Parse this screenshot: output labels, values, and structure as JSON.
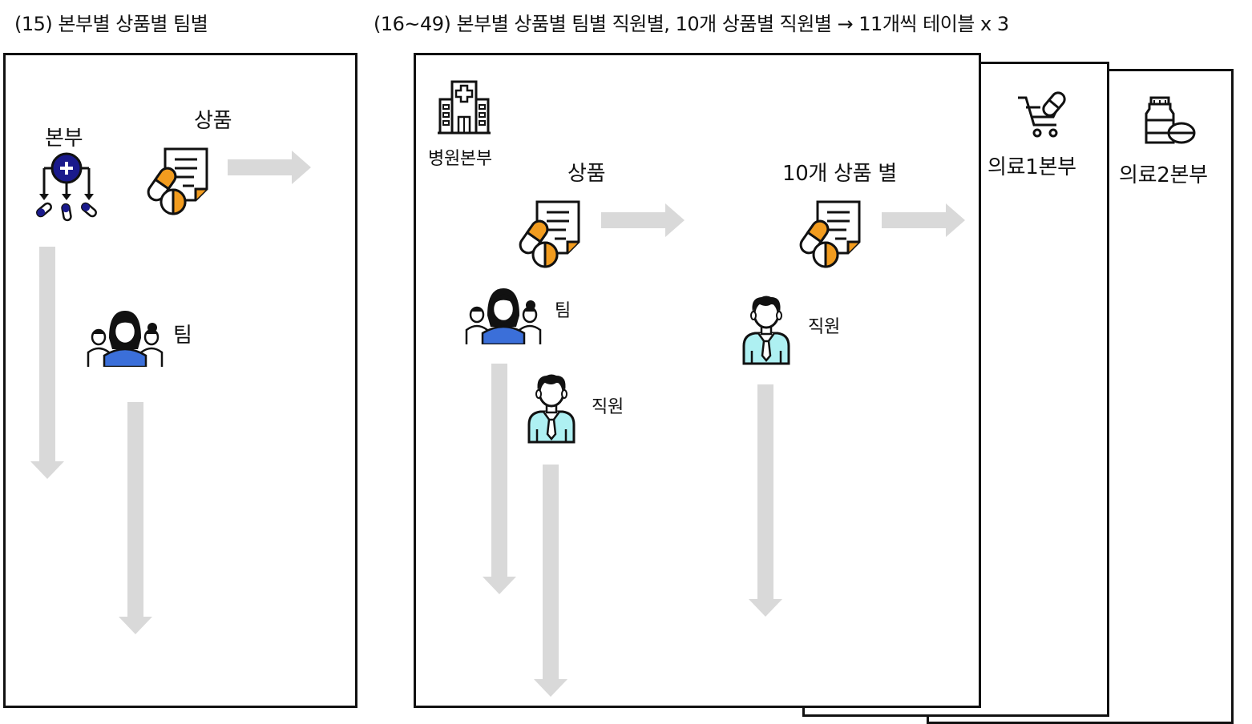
{
  "left_panel": {
    "heading": "(15) 본부별 상품별 팀별",
    "division_label": "본부",
    "product_label": "상품",
    "team_label": "팀"
  },
  "right_panel": {
    "heading": "(16~49) 본부별 상품별 팀별 직원별, 10개 상품별 직원별 → 11개씩 테이블 x 3",
    "hospital_label": "병원본부",
    "product_label": "상품",
    "ten_products_label": "10개 상품 별",
    "team_label": "팀",
    "employee_label": "직원",
    "employee_label_2": "직원"
  },
  "stacked_pages": {
    "medical1_label": "의료1본부",
    "medical2_label": "의료2본부"
  },
  "colors": {
    "border": "#111111",
    "arrow": "#d9d9d9",
    "accent_orange": "#f29c1f",
    "team_blue": "#3b6fd9",
    "navy": "#1a1a8c",
    "employee_cyan": "#aef0f2"
  }
}
